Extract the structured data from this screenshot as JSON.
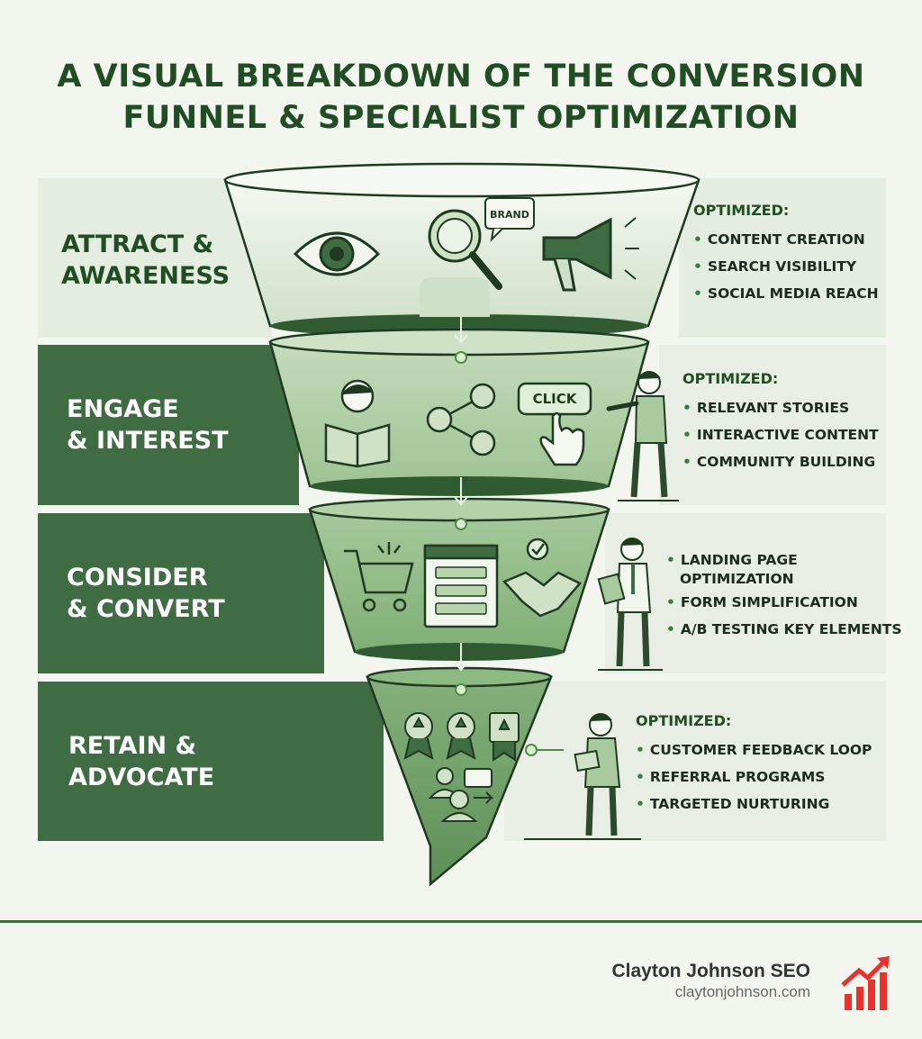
{
  "title": {
    "line1": "A VISUAL BREAKDOWN OF THE CONVERSION",
    "line2": "FUNNEL & SPECIALIST OPTIMIZATION"
  },
  "stages": [
    {
      "label_line1": "ATTRACT &",
      "label_line2": "AWARENESS",
      "optimized_title": "OPTIMIZED:",
      "items": [
        "CONTENT CREATION",
        "SEARCH VISIBILITY",
        "SOCIAL MEDIA REACH"
      ],
      "icons": [
        "eye-icon",
        "search-person-icon",
        "megaphone-icon"
      ]
    },
    {
      "label_line1": "ENGAGE",
      "label_line2": "& INTEREST",
      "optimized_title": "OPTIMIZED:",
      "items": [
        "RELEVANT STORIES",
        "INTERACTIVE CONTENT",
        "COMMUNITY BUILDING"
      ],
      "icons": [
        "reader-icon",
        "share-icon",
        "click-icon"
      ]
    },
    {
      "label_line1": "CONSIDER",
      "label_line2": "& CONVERT",
      "optimized_title": "",
      "items": [
        "LANDING PAGE",
        "OPTIMIZATION",
        "FORM SIMPLIFICATION",
        "A/B TESTING KEY ELEMENTS"
      ],
      "icons": [
        "cart-icon",
        "form-icon",
        "handshake-icon"
      ]
    },
    {
      "label_line1": "RETAIN &",
      "label_line2": "ADVOCATE",
      "optimized_title": "OPTIMIZED:",
      "items": [
        "CUSTOMER FEEDBACK LOOP",
        "REFERRAL PROGRAMS",
        "TARGETED NURTURING"
      ],
      "icons": [
        "badges-icon",
        "community-icon"
      ]
    }
  ],
  "brand_badge": "BRAND",
  "click_badge": "CLICK",
  "footer": {
    "name": "Clayton Johnson SEO",
    "url": "claytonjohnson.com"
  },
  "colors": {
    "title": "#214d25",
    "dark_green": "#3e6b42",
    "light_band": "#e6eee0",
    "funnel_fill": "#a9c99f",
    "accent_red": "#e8322b"
  }
}
